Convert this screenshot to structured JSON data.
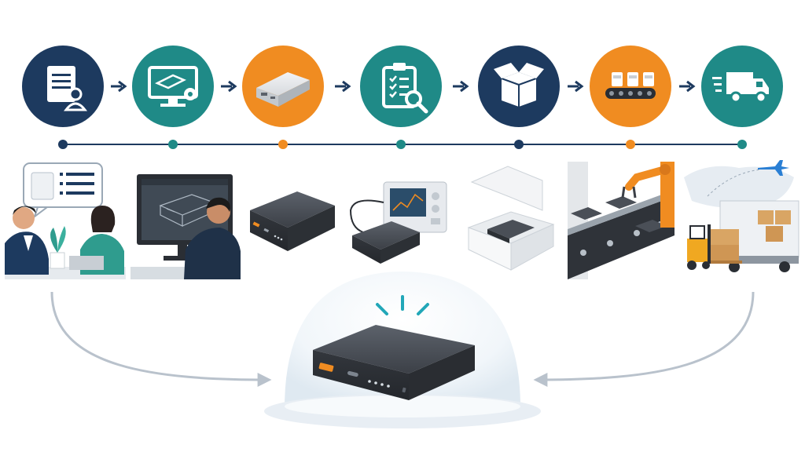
{
  "colors": {
    "navy": "#1d3a5f",
    "teal": "#1f8a87",
    "orange": "#f08c21",
    "line": "#1d3a5f",
    "arrow_gray": "#b9c2cc",
    "device": "#4a4f57",
    "usb_orange": "#f08c21"
  },
  "steps": [
    {
      "id": "requirements",
      "icon": "document-user-icon",
      "circle_color": "navy",
      "scene": "client-meeting-scene"
    },
    {
      "id": "design",
      "icon": "monitor-gear-icon",
      "circle_color": "teal",
      "scene": "cad-design-scene"
    },
    {
      "id": "prototype",
      "icon": "power-bank-icon",
      "circle_color": "orange",
      "scene": "prototype-power-bank-scene"
    },
    {
      "id": "testing",
      "icon": "clipboard-check-icon",
      "circle_color": "teal",
      "scene": "test-equipment-scene"
    },
    {
      "id": "packaging",
      "icon": "open-box-icon",
      "circle_color": "navy",
      "scene": "packaged-product-scene"
    },
    {
      "id": "mass-production",
      "icon": "conveyor-belt-icon",
      "circle_color": "orange",
      "scene": "robotic-assembly-line-scene"
    },
    {
      "id": "shipping",
      "icon": "delivery-truck-icon",
      "circle_color": "teal",
      "scene": "logistics-scene"
    }
  ],
  "final_product": {
    "icon": "power-bank-icon",
    "highlight": "glow-lines-icon"
  }
}
